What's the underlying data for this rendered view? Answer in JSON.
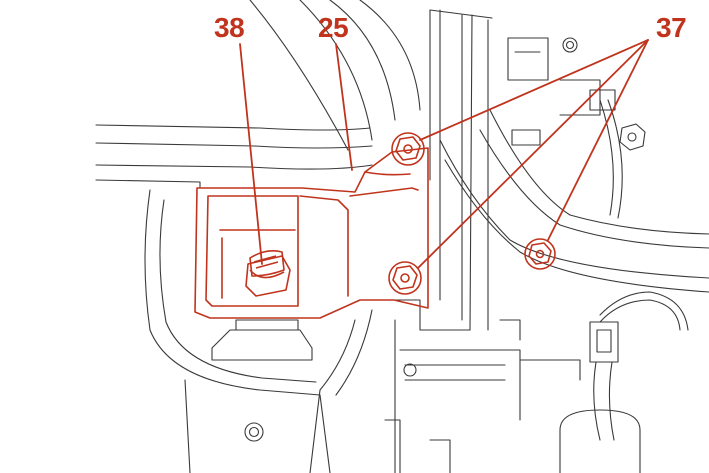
{
  "callouts": {
    "bracket": "25",
    "bolts": "37",
    "stud": "38"
  },
  "colors": {
    "accent": "#c0341d",
    "line": "#3a3a3a"
  }
}
